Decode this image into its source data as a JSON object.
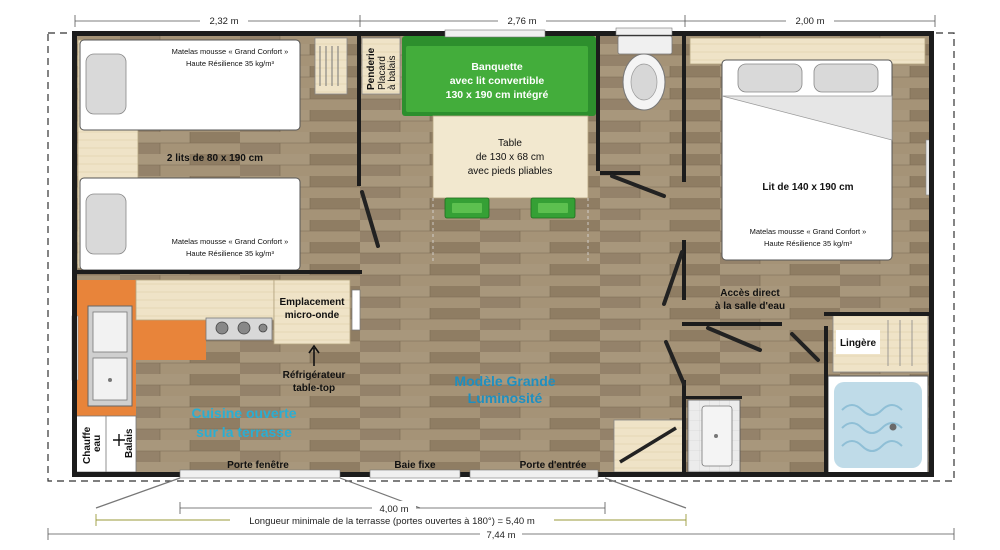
{
  "dimensions": {
    "bedroom_left_width": "2,32 m",
    "living_width": "2,76 m",
    "bedroom_right_width": "2,00 m",
    "terrace_doors_span": "4,00 m",
    "terrace_min_length": "Longueur minimale de la terrasse (portes ouvertes à 180°) = 5,40 m",
    "total_length": "7,44 m"
  },
  "bedroom_twin": {
    "mattress_top_line1": "Matelas mousse « Grand Confort »",
    "mattress_top_line2": "Haute Résilience 35 kg/m³",
    "beds_label": "2 lits de 80 x 190 cm",
    "mattress_bottom_line1": "Matelas mousse « Grand Confort »",
    "mattress_bottom_line2": "Haute Résilience 35 kg/m³"
  },
  "storage": {
    "penderie": "Penderie",
    "placard_line1": "Placard",
    "placard_line2": "à balais",
    "lingerie": "Lingère",
    "chauffe_line1": "Chauffe",
    "chauffe_line2": "eau",
    "balais": "Balais"
  },
  "living": {
    "banquette_line1": "Banquette",
    "banquette_line2": "avec lit convertible",
    "banquette_line3": "130 x 190 cm intégré",
    "table_line1": "Table",
    "table_line2": "de 130 x 68 cm",
    "table_line3": "avec pieds pliables"
  },
  "kitchen": {
    "micro_line1": "Emplacement",
    "micro_line2": "micro-onde",
    "fridge_line1": "Réfrigérateur",
    "fridge_line2": "table-top",
    "open_line1": "Cuisine ouverte",
    "open_line2": "sur la terrasse"
  },
  "model": {
    "line1": "Modèle Grande",
    "line2": "Luminosité"
  },
  "bedroom_double": {
    "bed_label": "Lit de 140 x 190 cm",
    "mattress_line1": "Matelas mousse « Grand Confort »",
    "mattress_line2": "Haute Résilience 35 kg/m³"
  },
  "bathroom": {
    "access_line1": "Accès direct",
    "access_line2": "à la salle d'eau"
  },
  "openings": {
    "porte_fenetre": "Porte fenêtre",
    "baie_fixe": "Baie fixe",
    "porte_entree": "Porte d'entrée"
  },
  "colors": {
    "wood": "#9c8a70",
    "wall": "#1c1c1c",
    "banquette_green": "#3aa23a",
    "kitchen_orange": "#e8843a",
    "teal_text": "#2aaed3"
  }
}
